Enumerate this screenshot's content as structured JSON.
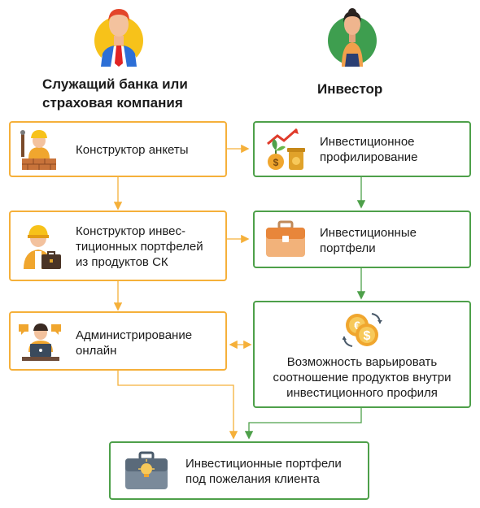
{
  "roles": {
    "bank": {
      "title": "Служащий банка или\nстраховая компания",
      "avatar_icon": "bank-employee-icon"
    },
    "investor": {
      "title": "Инвестор",
      "avatar_icon": "investor-icon"
    }
  },
  "boxes": {
    "questionnaire": {
      "label": "Конструктор анкеты",
      "icon": "builder-icon"
    },
    "portfolio_builder": {
      "label": "Конструктор инвес-\nтиционных портфелей\nиз продуктов СК",
      "icon": "engineer-briefcase-icon"
    },
    "admin": {
      "label": "Администрирование\nонлайн",
      "icon": "online-admin-icon"
    },
    "profiling": {
      "label": "Инвестиционное\nпрофилирование",
      "icon": "money-growth-icon"
    },
    "portfolios": {
      "label": "Инвестиционные\nпортфели",
      "icon": "briefcase-icon"
    },
    "vary": {
      "label": "Возможность варьировать\nсоотношение продуктов внутри\nинвестиционного профиля",
      "icon": "currency-exchange-icon"
    },
    "custom": {
      "label": "Инвестиционные портфели\nпод пожелания клиента",
      "icon": "idea-briefcase-icon"
    }
  },
  "colors": {
    "orange": "#f5b03a",
    "green": "#4ea04a"
  }
}
